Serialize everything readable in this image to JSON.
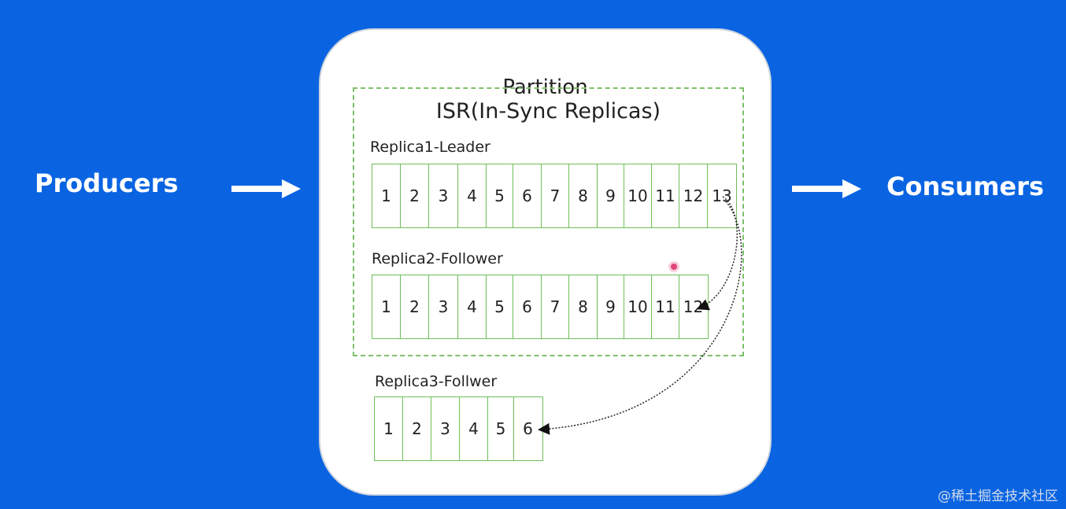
{
  "producers_label": "Producers",
  "consumers_label": "Consumers",
  "partition": {
    "title": "Partition",
    "isr_title": "ISR(In-Sync Replicas)",
    "replicas": [
      {
        "label": "Replica1-Leader",
        "cells": [
          "1",
          "2",
          "3",
          "4",
          "5",
          "6",
          "7",
          "8",
          "9",
          "10",
          "11",
          "12",
          "13"
        ]
      },
      {
        "label": "Replica2-Follower",
        "cells": [
          "1",
          "2",
          "3",
          "4",
          "5",
          "6",
          "7",
          "8",
          "9",
          "10",
          "11",
          "12"
        ]
      },
      {
        "label": "Replica3-Follwer",
        "cells": [
          "1",
          "2",
          "3",
          "4",
          "5",
          "6"
        ]
      }
    ]
  },
  "watermark": "@稀土掘金技术社区",
  "colors": {
    "background": "#0a64e2",
    "partition_fill": "#ffffff",
    "cell_border": "#6dbf59",
    "isr_border": "#7cc06a",
    "arrow": "#ffffff"
  }
}
